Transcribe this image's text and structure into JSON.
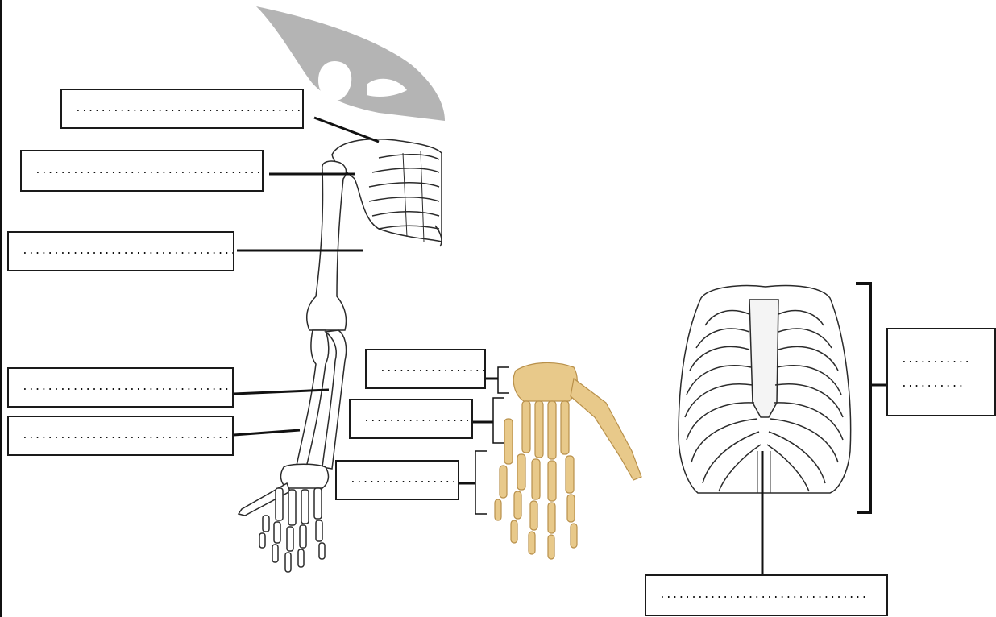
{
  "diagram": {
    "arm_labels": [
      {
        "id": "clavicle",
        "text": "......................................"
      },
      {
        "id": "scapula",
        "text": "......................................"
      },
      {
        "id": "humerus",
        "text": "......................................"
      },
      {
        "id": "ulna",
        "text": "......................................"
      },
      {
        "id": "radius",
        "text": "......................................"
      }
    ],
    "hand_labels": [
      {
        "id": "carpals",
        "text": "................."
      },
      {
        "id": "metacarpals",
        "text": "................."
      },
      {
        "id": "phalanges",
        "text": "................."
      }
    ],
    "ribcage_labels": {
      "ribs_line1": "...........",
      "ribs_line2": "..........",
      "sternum": "................................."
    }
  },
  "colors": {
    "line": "#111111",
    "bone_outline": "#2a2a2a",
    "bone_fill": "#ffffff",
    "hand_bone": "#e8c98a",
    "hand_outline": "#b8904a",
    "shoulder_shadow": "#b4b4b4"
  }
}
